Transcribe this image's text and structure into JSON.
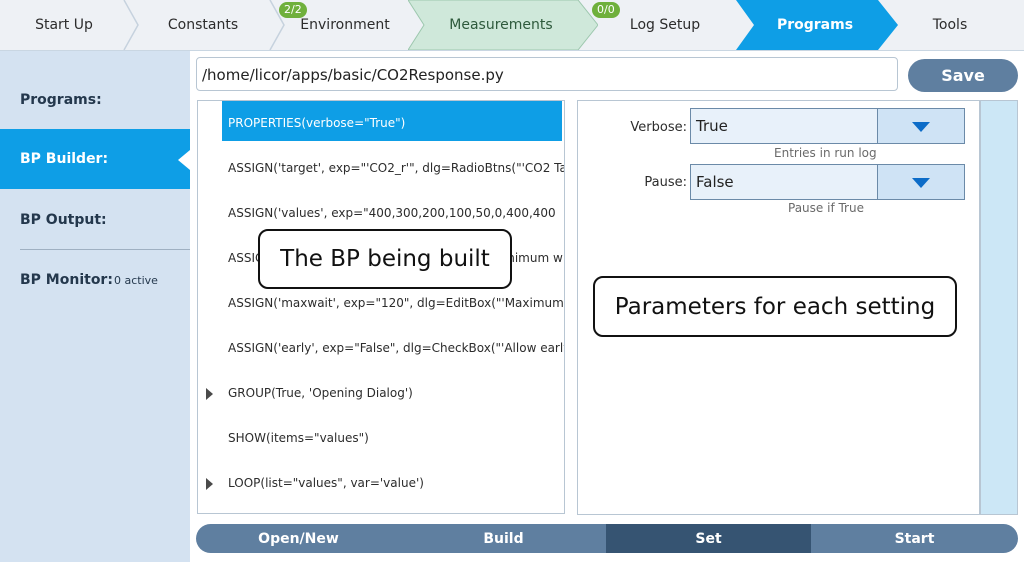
{
  "nav": {
    "tabs": [
      {
        "label": "Start Up"
      },
      {
        "label": "Constants"
      },
      {
        "label": "Environment",
        "badge": "2/2"
      },
      {
        "label": "Measurements"
      },
      {
        "label": "Log Setup",
        "badge": "0/0"
      },
      {
        "label": "Programs"
      },
      {
        "label": "Tools"
      }
    ]
  },
  "sidebar": {
    "items": [
      {
        "label": "Programs:"
      },
      {
        "label": "BP Builder:"
      },
      {
        "label": "BP Output:"
      },
      {
        "label": "BP Monitor:",
        "sub": "0 active"
      }
    ]
  },
  "file": {
    "path": "/home/licor/apps/basic/CO2Response.py",
    "save_label": "Save"
  },
  "program": {
    "rows": [
      "PROPERTIES(verbose=\"True\")",
      "ASSIGN('target', exp=\"'CO2_r'\", dlg=RadioBtns(\"'CO2 Ta",
      "ASSIGN('values', exp=\"400,300,200,100,50,0,400,400",
      "ASSIGN('minwait', exp=\"60\", dlg=EditBox(\"'Minimum w",
      "ASSIGN('maxwait', exp=\"120\", dlg=EditBox(\"'Maximum",
      "ASSIGN('early', exp=\"False\", dlg=CheckBox(\"'Allow early",
      "GROUP(True, 'Opening Dialog')",
      "SHOW(items=\"values\")",
      "LOOP(list=\"values\", var='value')"
    ]
  },
  "params": {
    "verbose": {
      "label": "Verbose:",
      "value": "True",
      "hint": "Entries in run log"
    },
    "pause": {
      "label": "Pause:",
      "value": "False",
      "hint": "Pause if True"
    }
  },
  "callouts": {
    "left": "The BP being built",
    "right": "Parameters for each setting"
  },
  "bottom": {
    "buttons": [
      {
        "label": "Open/New"
      },
      {
        "label": "Build"
      },
      {
        "label": "Set"
      },
      {
        "label": "Start"
      }
    ]
  },
  "colors": {
    "accent": "#0e9ee6",
    "measurements_tab": "#cfe8da",
    "badge": "#6fb03c",
    "bottom_bar": "#5f7fa0",
    "bottom_active": "#365472"
  }
}
